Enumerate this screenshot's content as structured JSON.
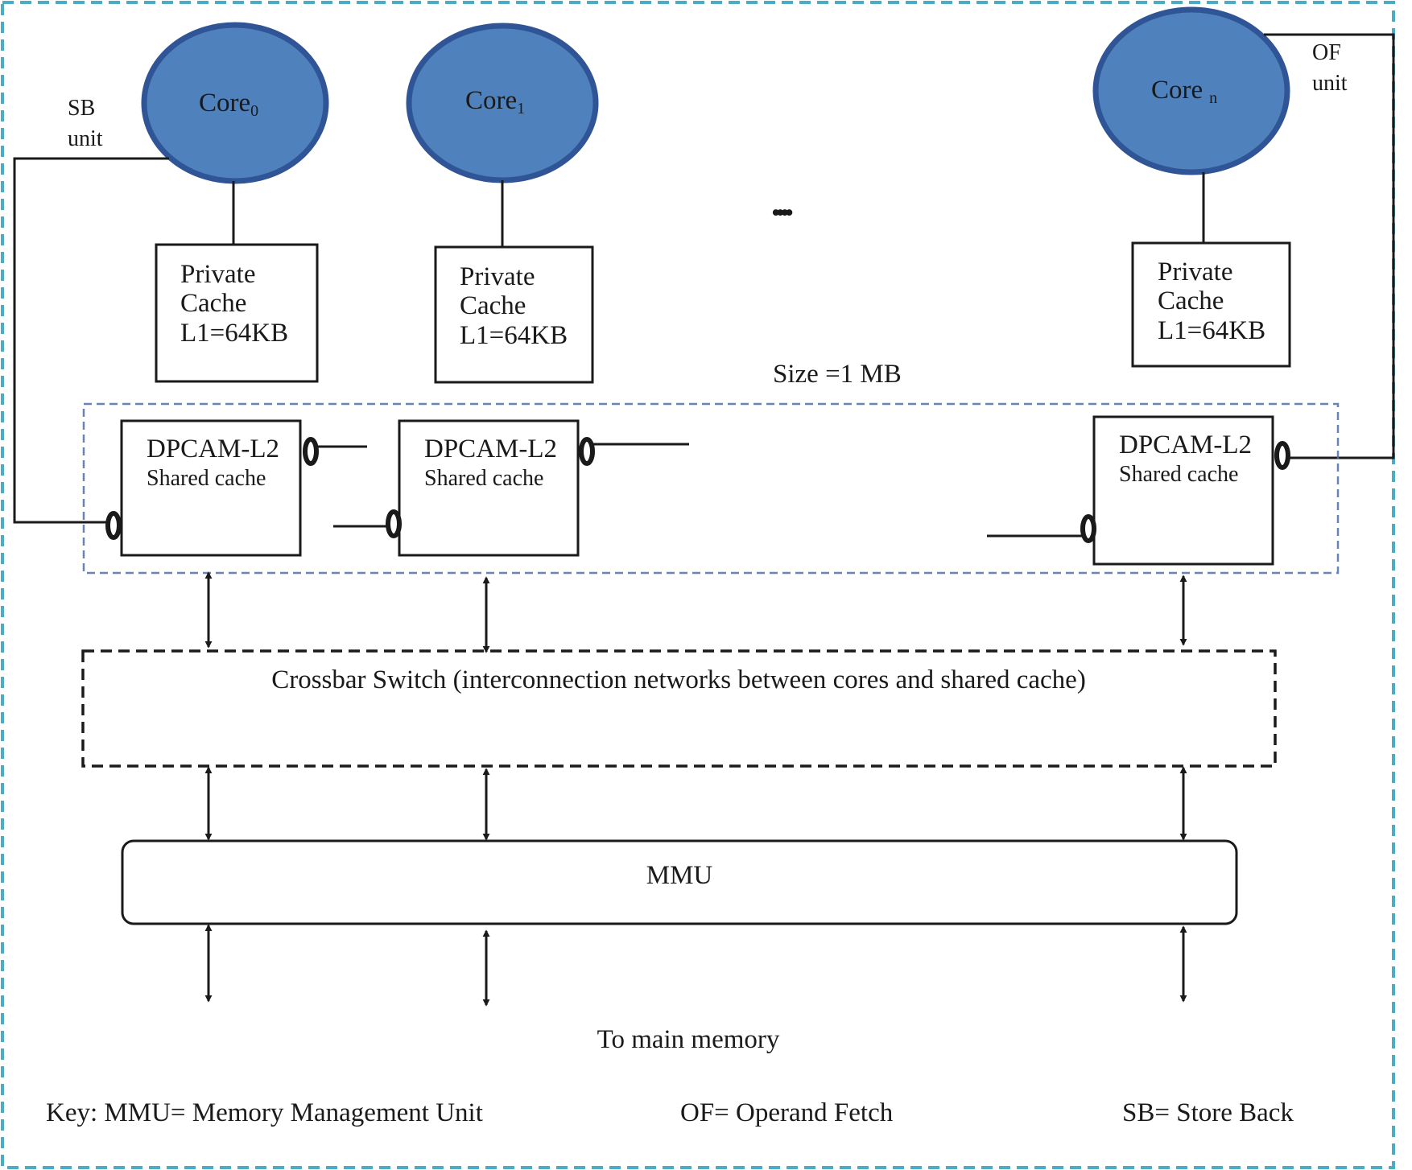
{
  "colors": {
    "core_fill": "#4f81bd",
    "core_stroke": "#2f5597",
    "outer_border": "#4bacc6",
    "l2_region_border": "#4f6fa8",
    "ink": "#1a1a1a"
  },
  "cores": [
    {
      "name": "Core",
      "sub": "0"
    },
    {
      "name": "Core",
      "sub": "1"
    },
    {
      "name": "Core",
      "sub": "n"
    }
  ],
  "private_cache": {
    "line1": "Private",
    "line2": "Cache",
    "line3": "L1=64KB"
  },
  "ellipsis": "••••",
  "sb_unit": {
    "line1": "SB",
    "line2": "unit"
  },
  "of_unit": {
    "line1": "OF",
    "line2": "unit"
  },
  "size_label": "Size =1 MB",
  "l2_cache": {
    "title": "DPCAM-L2",
    "subtitle": "Shared cache"
  },
  "crossbar_label": "Crossbar Switch (interconnection networks between cores and shared cache)",
  "mmu_label": "MMU",
  "main_memory_label": "To main memory",
  "key": {
    "mmu": "Key:  MMU= Memory Management Unit",
    "of": "OF= Operand Fetch",
    "sb": "SB= Store Back"
  }
}
